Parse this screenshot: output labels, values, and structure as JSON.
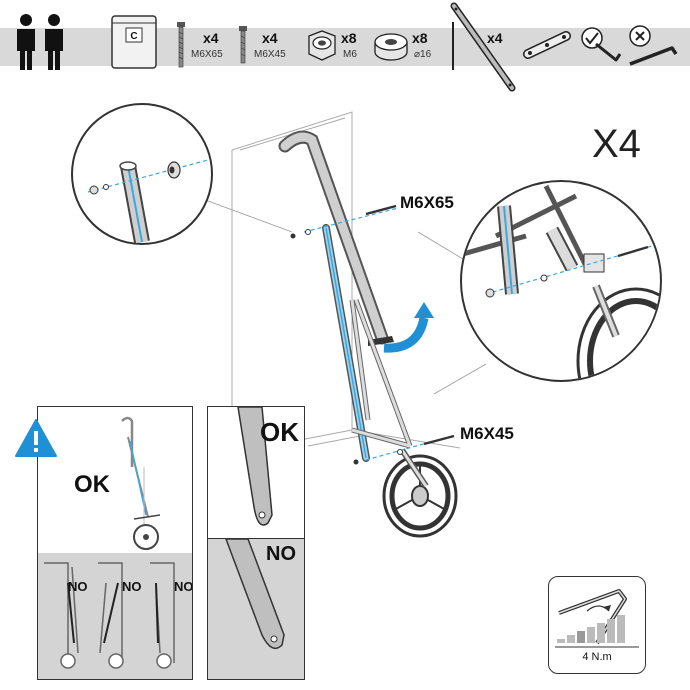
{
  "header": {
    "bag_label": "C",
    "items": [
      {
        "qty": "x4",
        "size": "M6X65"
      },
      {
        "qty": "x4",
        "size": "M6X45"
      },
      {
        "qty": "x8",
        "size": "M6"
      },
      {
        "qty": "x8",
        "size": "⌀16"
      }
    ],
    "bar_qty": "x4"
  },
  "main": {
    "repeat_label": "X4",
    "bolt_long_label": "M6X65",
    "bolt_short_label": "M6X45"
  },
  "panels": {
    "ok_label": "OK",
    "no_label": "NO",
    "warning_ok_label": "OK",
    "warning_no_labels": [
      "NO",
      "NO",
      "NO"
    ]
  },
  "torque": {
    "label": "4 N.m"
  },
  "colors": {
    "accent": "#3aa8e0",
    "header_band": "#d9d9d9",
    "panel_grey": "#d4d4d4"
  }
}
